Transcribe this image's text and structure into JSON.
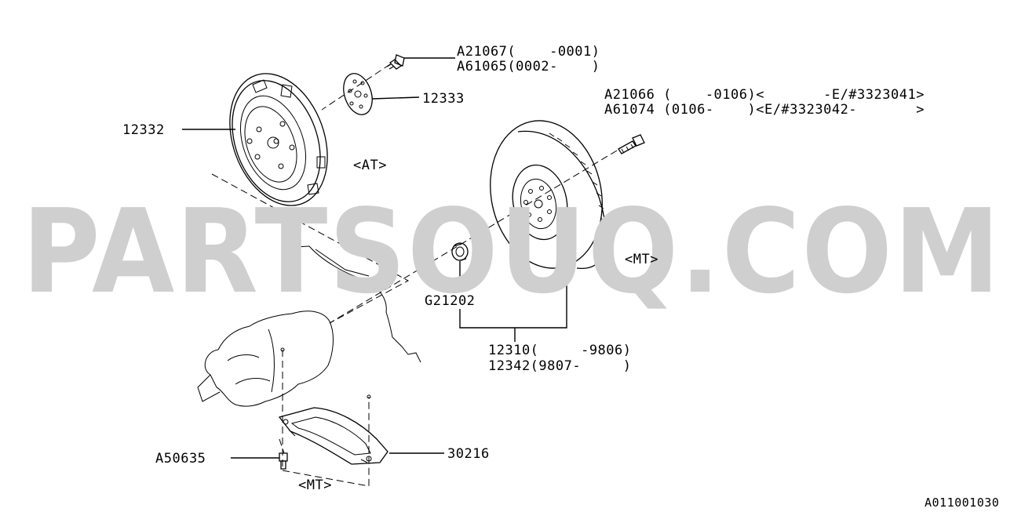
{
  "watermark": "PARTSOUQ.COM",
  "diagram_code": "A011001030",
  "callouts": {
    "a21067": "A21067(    -0001)",
    "a61065": "A61065(0002-    )",
    "p12333": "12333",
    "p12332": "12332",
    "at": "<AT>",
    "a21066": "A21066 (    -0106)<       -E/#3323041>",
    "a61074": "A61074 (0106-    )<E/#3323042-       >",
    "mt_flywheel": "<MT>",
    "g21202": "G21202",
    "p12310": "12310(     -9806)",
    "p12342": "12342(9807-     )",
    "a50635": "A50635",
    "p30216": "30216",
    "mt_bottom": "<MT>"
  },
  "colors": {
    "line": "#000000",
    "watermark": "#cfcfcf",
    "background": "#ffffff"
  }
}
